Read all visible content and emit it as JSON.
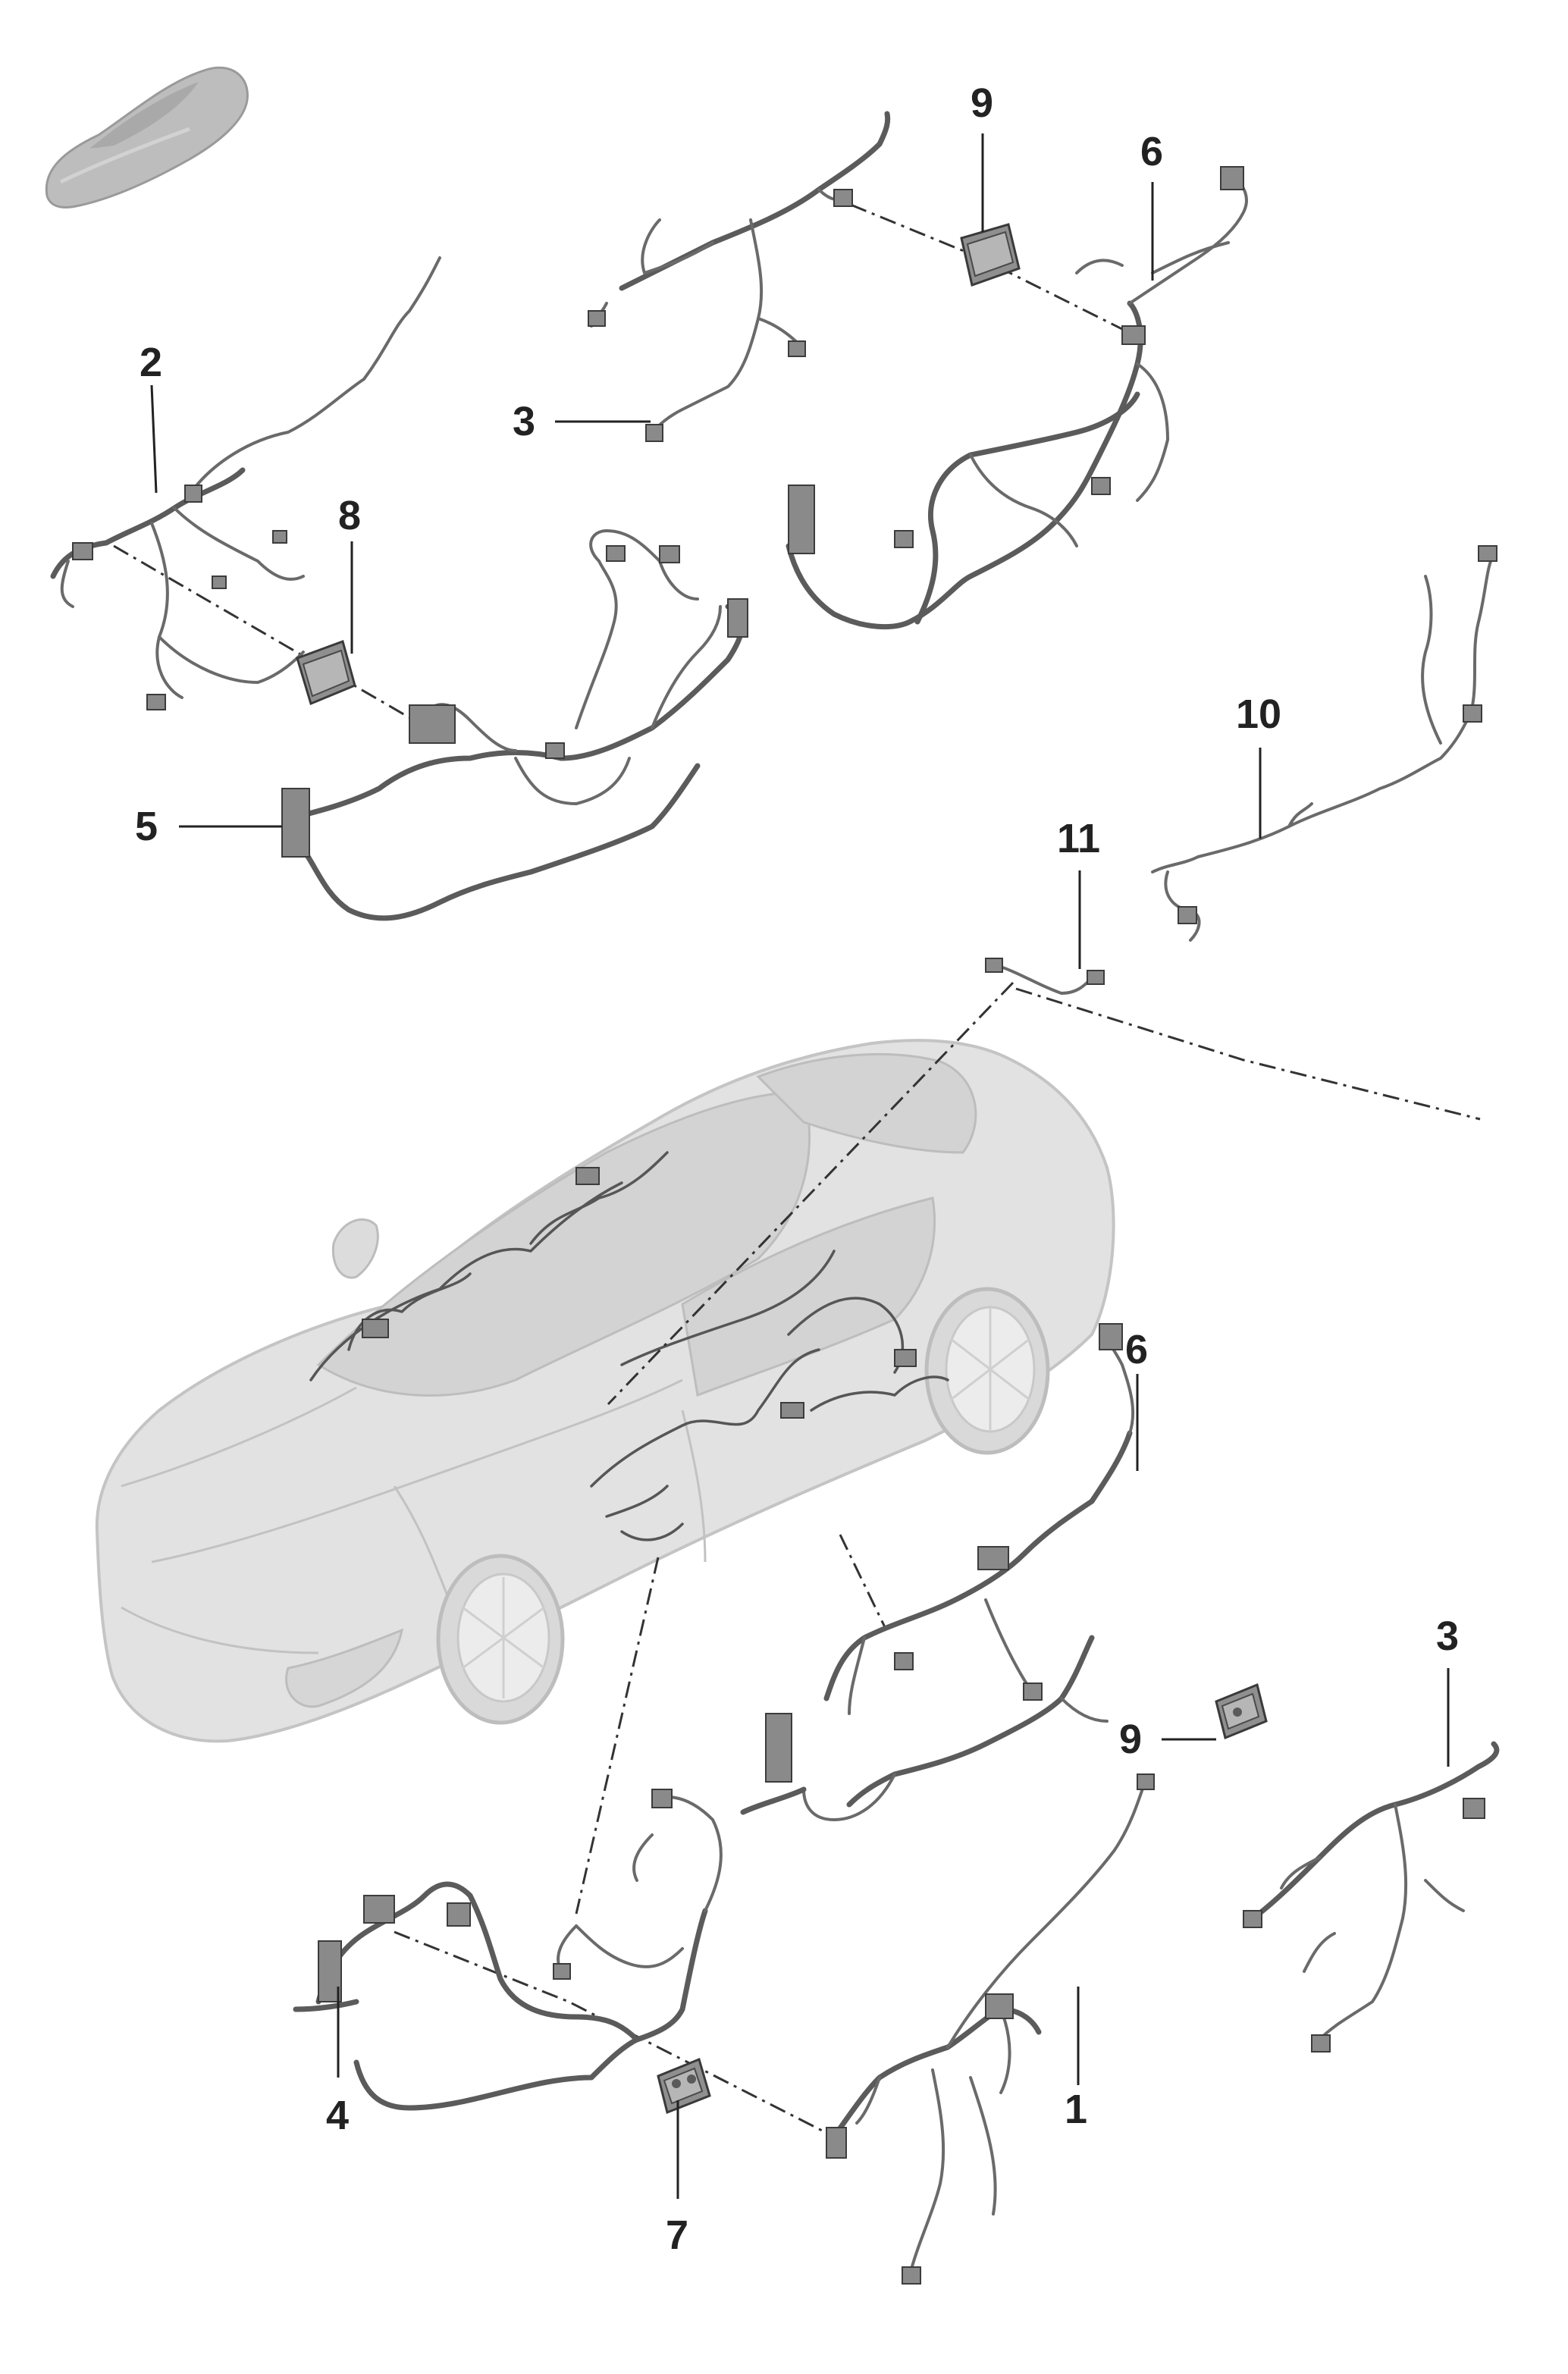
{
  "callouts": {
    "c1": "1",
    "c2": "2",
    "c3_top": "3",
    "c3_bottom": "3",
    "c4": "4",
    "c5": "5",
    "c6_top": "6",
    "c6_bottom": "6",
    "c7": "7",
    "c8": "8",
    "c9_top": "9",
    "c9_bottom": "9",
    "c10": "10",
    "c11": "11"
  },
  "icons": {
    "thumbnail": "car-silhouette-icon"
  },
  "colors": {
    "callout_text": "#222222",
    "harness": "#5b5b5b",
    "car_body": "#e2e2e2",
    "module": "#8f8f8f"
  }
}
